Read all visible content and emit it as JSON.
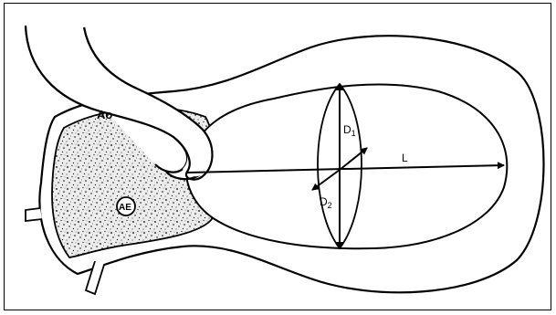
{
  "figure": {
    "labels": {
      "aorta": "Ao",
      "aneurysm": "AE",
      "diameter_1_main": "D",
      "diameter_1_sub": "1",
      "diameter_2_main": "D",
      "diameter_2_sub": "2",
      "length": "L"
    },
    "colors": {
      "stroke": "#000000",
      "background": "#ffffff",
      "thrombus_fill": "#e4e4e4"
    }
  }
}
